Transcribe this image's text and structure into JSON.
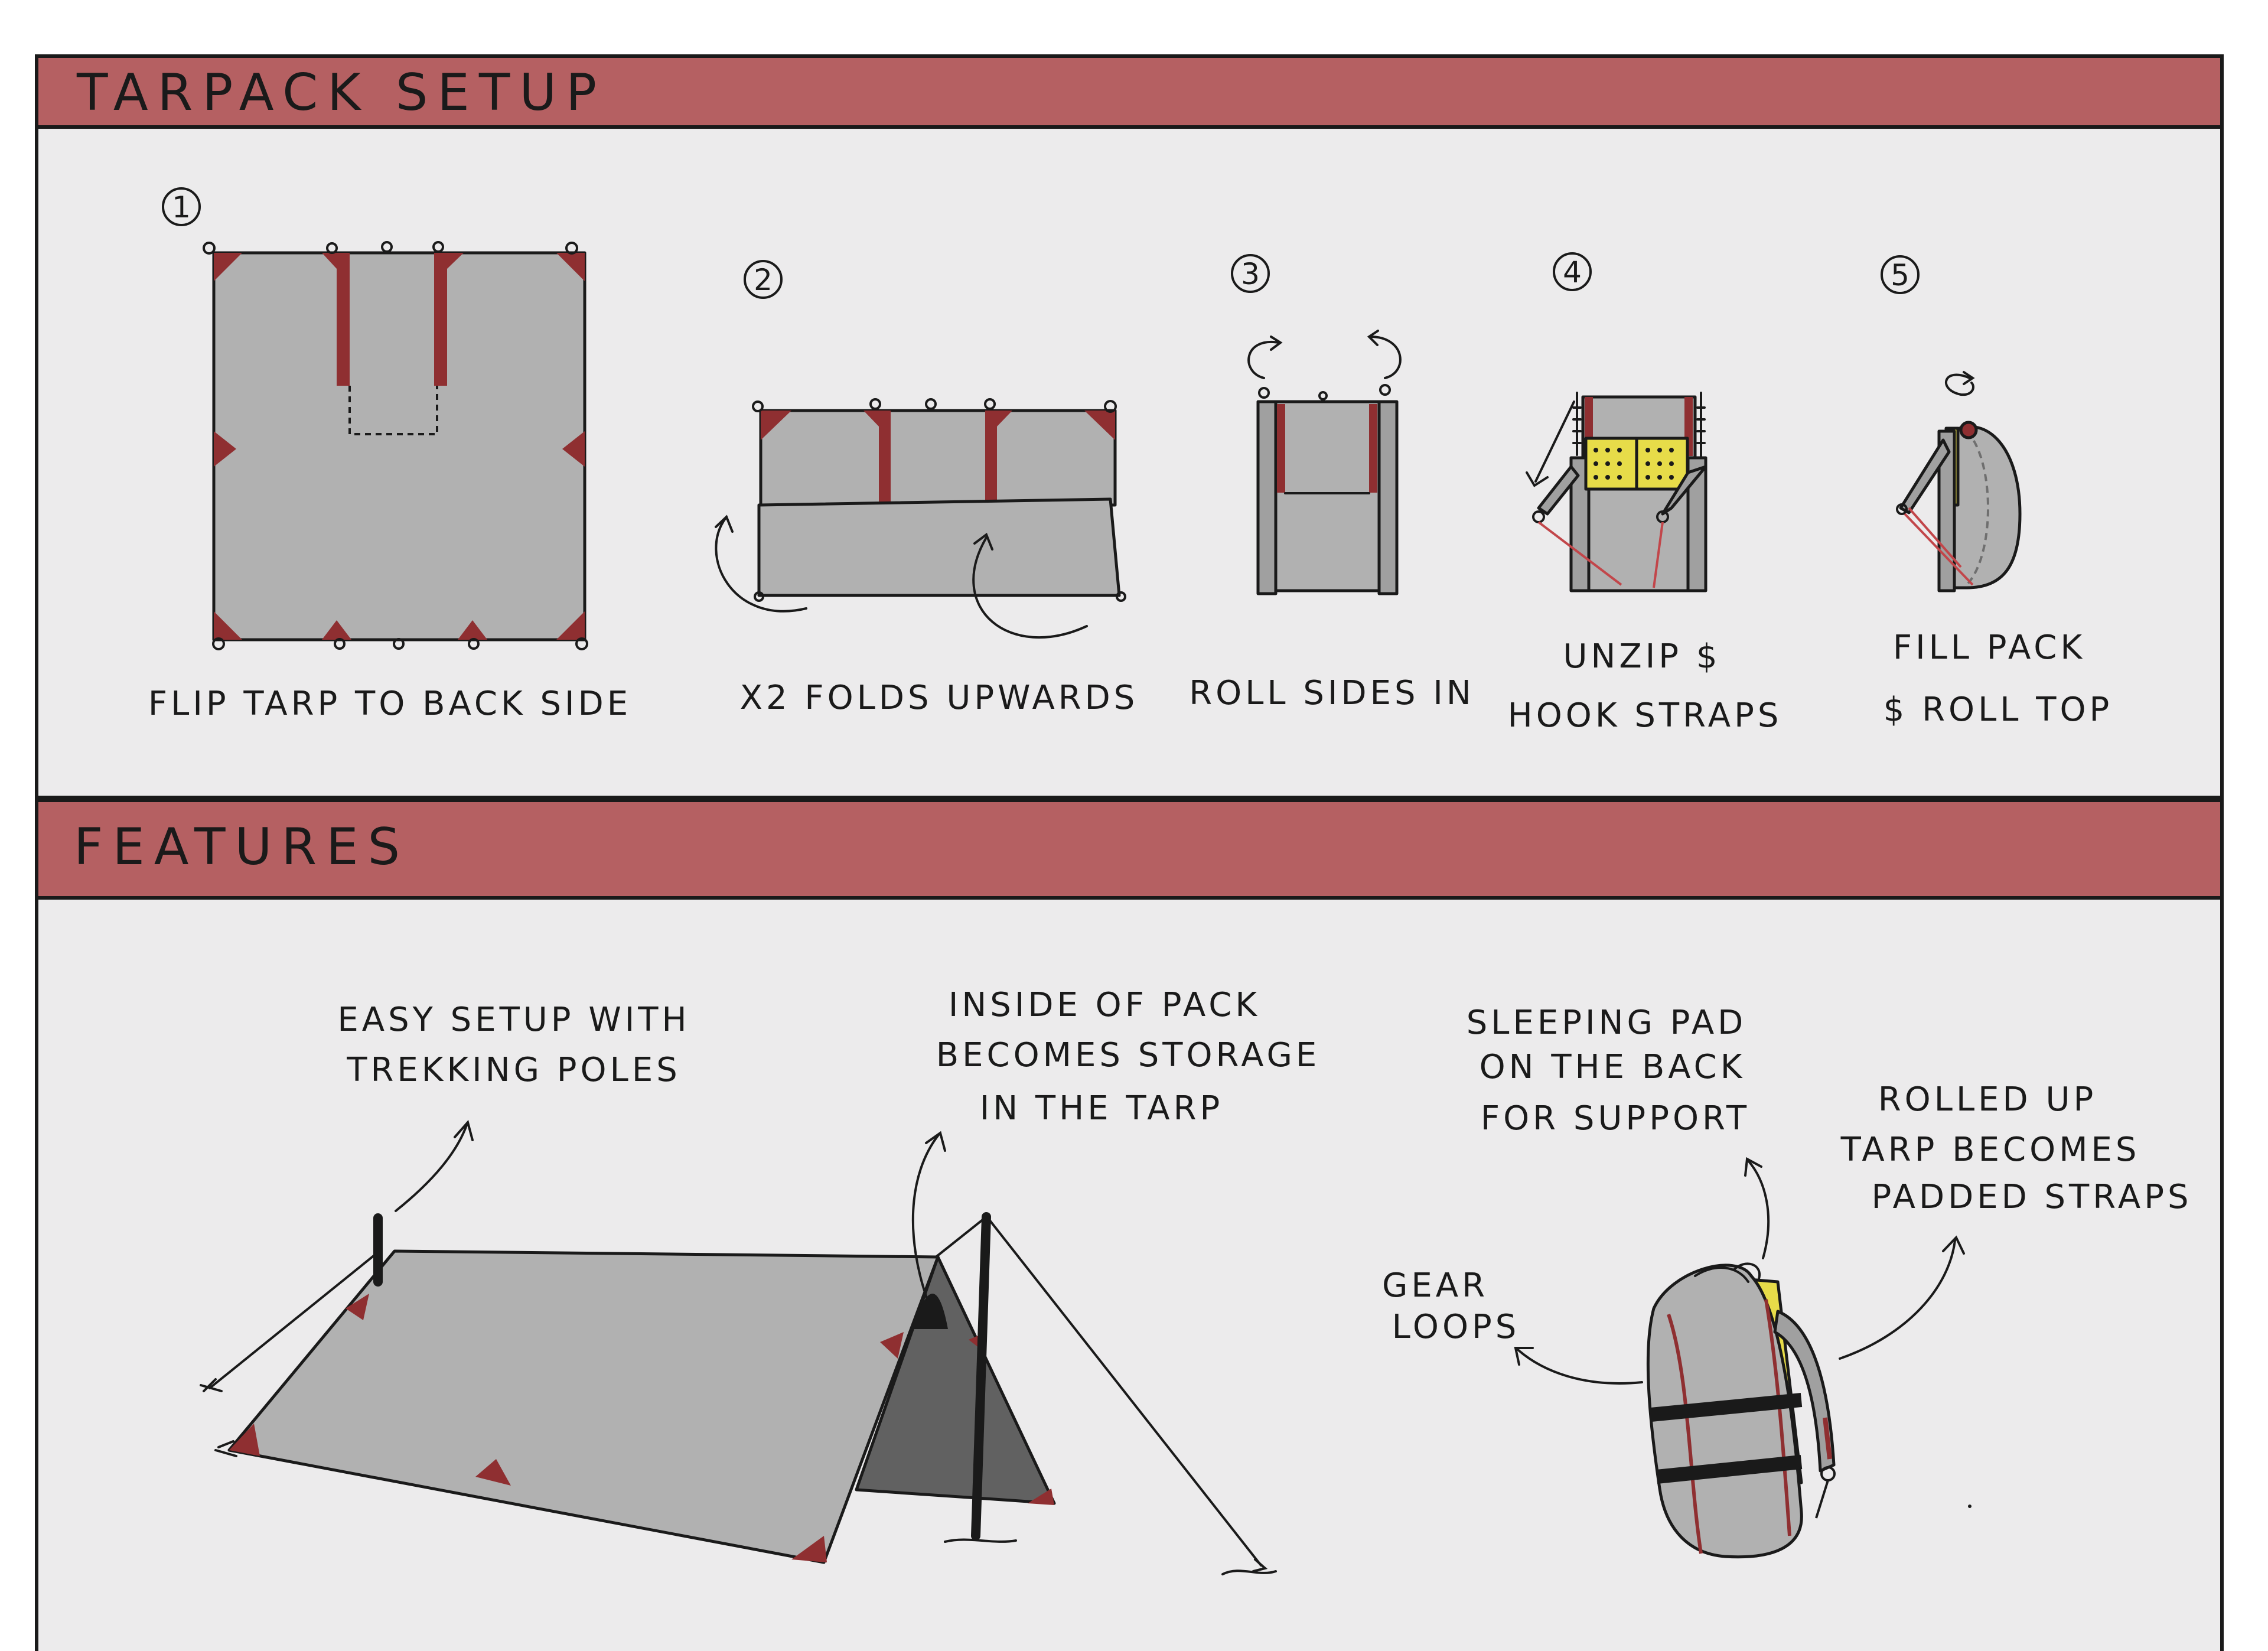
{
  "sections": {
    "setup": {
      "title": "TARPACK SETUP"
    },
    "features": {
      "title": "FEATURES"
    }
  },
  "steps": [
    {
      "number": "1",
      "caption_lines": [
        "FLIP TARP TO BACK SIDE"
      ]
    },
    {
      "number": "2",
      "caption_lines": [
        "X2 FOLDS UPWARDS"
      ]
    },
    {
      "number": "3",
      "caption_lines": [
        "ROLL SIDES IN"
      ]
    },
    {
      "number": "4",
      "caption_lines": [
        "UNZIP $",
        "HOOK STRAPS"
      ]
    },
    {
      "number": "5",
      "caption_lines": [
        "FILL PACK",
        "$ ROLL TOP"
      ]
    }
  ],
  "features": {
    "trekking_poles": [
      "EASY SETUP WITH",
      "TREKKING POLES"
    ],
    "storage": [
      "INSIDE OF PACK",
      "BECOMES STORAGE",
      "IN THE TARP"
    ],
    "sleeping_pad": [
      "SLEEPING PAD",
      "ON THE BACK",
      "FOR SUPPORT"
    ],
    "gear_loops": [
      "GEAR",
      "LOOPS"
    ],
    "padded_straps": [
      "ROLLED UP",
      "TARP BECOMES",
      "PADDED STRAPS"
    ]
  },
  "colors": {
    "header_band": "#b56062",
    "panel_bg": "#ecebec",
    "tarp_gray": "#b1b1b1",
    "tarp_dark": "#616161",
    "accent_red": "#8f2f31",
    "pad_yellow": "#e7dc49",
    "outline": "#1a1a1a"
  }
}
